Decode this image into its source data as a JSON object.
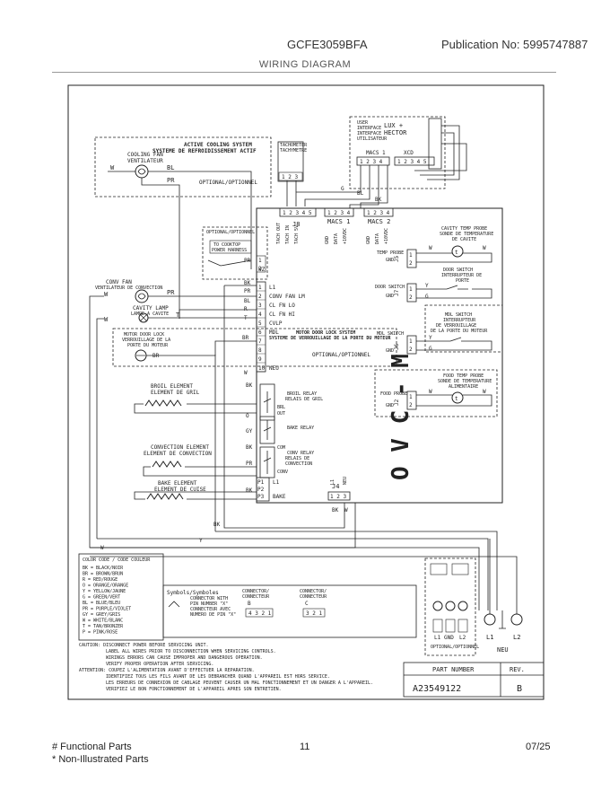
{
  "header": {
    "model": "GCFE3059BFA",
    "publication": "Publication No:  5995747887",
    "title": "WIRING DIAGRAM"
  },
  "footer": {
    "functional": "# Functional Parts",
    "non_illustrated": "* Non-Illustrated Parts",
    "page": "11",
    "date": "07/25"
  },
  "diagram": {
    "board_name": "O V C - M",
    "lux_hector": [
      "LUX +",
      "HECTOR"
    ],
    "user_interface": [
      "USER",
      "INTERFACE",
      "INTERFACE",
      "UTILISATEUR"
    ],
    "macs1_top": "MACS 1",
    "xcd": "XCD",
    "active_cooling": [
      "ACTIVE COOLING SYSTEM",
      "SYSTEME DE REFROIDISSEMENT ACTIF"
    ],
    "tachometer": [
      "TACHOMETER",
      "TACHYMETRE"
    ],
    "cooling_fan": [
      "COOLING FAN",
      "VENTILATEUR"
    ],
    "optional_1": "OPTIONAL/OPTIONNEL",
    "optional_2": "OPTIONAL/OPTIONNEL",
    "optional_3": "OPTIONAL/OPTIONNEL",
    "to_cooktop": [
      "TO COOKTOP",
      "POWER HARNESS"
    ],
    "conv_fan": [
      "CONV FAN",
      "VENTILATEUR DE CONVECTION"
    ],
    "cavity_lamp": [
      "CAVITY LAMP",
      "LAMPE A CAVITE"
    ],
    "motor_door_lock": [
      "MOTOR DOOR LOCK",
      "VERROUILLAGE DE LA",
      "PORTE DU MOTEUR"
    ],
    "motor_lock_system": [
      "MOTOR DOOR LOCK SYSTEM",
      "SYSTEME DE VERROUILLAGE DE LA PORTE DU MOTEUR"
    ],
    "broil_element": [
      "BROIL ELEMENT",
      "ELEMENT DE GRIL"
    ],
    "convection_element": [
      "CONVECTION ELEMENT",
      "ELEMENT DE CONVECTION"
    ],
    "bake_element": [
      "BAKE ELEMENT",
      "ELEMENT DE CUISE"
    ],
    "broil_relay": [
      "BROIL RELAY",
      "RELAIS DE GRIL"
    ],
    "bake_relay": "BAKE RELAY",
    "conv_relay": [
      "CONV RELAY",
      "RELAIS DE",
      "CONVECTION"
    ],
    "cavity_temp_probe": [
      "CAVITY TEMP PROBE",
      "SONDE DE TEMPERATURE",
      "DE CAVITE"
    ],
    "door_switch": [
      "DOOR SWITCH",
      "INTERRUPTEUR DE",
      "PORTE"
    ],
    "mdl_switch": [
      "MDL SWITCH",
      "INTERRUPTEUR",
      "DE VERROUILLAGE",
      "DE LA PORTE DU MOTEUR"
    ],
    "food_temp_probe": [
      "FOOD TEMP PROBE",
      "SONDE DE TEMPERATURE",
      "ALIMENTAIRE"
    ],
    "left_pins": [
      "L1",
      "CONV FAN LM",
      "CL FN LO",
      "CL FN HI",
      "CVLP",
      "MDL",
      "",
      "",
      "",
      "NEU"
    ],
    "pin_numbers": [
      "1",
      "2",
      "3",
      "4",
      "5",
      "6",
      "7",
      "8",
      "9",
      "10"
    ],
    "j8_pins": [
      "1",
      "2",
      "3",
      "4",
      "5"
    ],
    "j8": "J8",
    "j8_labels": [
      "TACH OUT",
      "TACH IN",
      "TACH 5V"
    ],
    "macs1": "MACS 1",
    "macs2": "MACS 2",
    "macs_labels": [
      "GND",
      "DATA",
      "+10VDC",
      "GND",
      "DATA",
      "+10VDC"
    ],
    "pr_wz": [
      "PR",
      "WZ"
    ],
    "j5": "J5",
    "j7": "J7",
    "j6": "J6",
    "j2": "J2",
    "j4": "J4",
    "j4_pins": [
      "1",
      "2",
      "3"
    ],
    "j4_labels": [
      "L1",
      "NEU"
    ],
    "temp_probe": "TEMP PROBE",
    "door_switch_pin": "DOOR SWITCH",
    "mdl_switch_pin": "MDL SWITCH",
    "food_probe_pin": "FOOD PROBE",
    "gnd": "GND",
    "p_labels": [
      "P1",
      "P2",
      "P3"
    ],
    "bake": "BAKE",
    "relay_labels": [
      "BRL",
      "OUT",
      "COM",
      "CONV"
    ],
    "wire_colors": [
      "W",
      "BL",
      "Y",
      "BK",
      "PR",
      "R",
      "T",
      "BR",
      "G",
      "GY",
      "O"
    ],
    "color_code_title": "COLOR CODE / CODE COULEUR",
    "color_codes": [
      "BK = BLACK/NOIR",
      "BR = BROWN/BRUN",
      "R  = RED/ROUGE",
      "O  = ORANGE/ORANGE",
      "Y  = YELLOW/JAUNE",
      "G  = GREEN/VERT",
      "BL = BLUE/BLEU",
      "PR = PURPLE/VIOLET",
      "GY = GREY/GRIS",
      "W  = WHITE/BLANC",
      "T  = TAN/BRONZER",
      "P  = PINK/ROSE"
    ],
    "symbols_title": "Symbols/Symboles",
    "symbols_desc": [
      "CONNECTOR WITH",
      "PIN NUMBER \"X\"",
      "CONNECTEUR AVEC",
      "NUMERO DE PIN \"X\""
    ],
    "connector_b": [
      "CONNECTOR/",
      "CONNECTEUR",
      "B"
    ],
    "connector_c": [
      "CONNECTOR/",
      "CONNECTEUR",
      "C"
    ],
    "connector_b_pins": "4 3 2 1",
    "connector_c_pins": "3 2 1",
    "terminal_labels": [
      "L1",
      "GND",
      "L2",
      "L1",
      "L2",
      "NEU"
    ],
    "optional_terminal": "OPTIONAL/OPTIONNEL",
    "caution": [
      "CAUTION: DISCONNECT POWER BEFORE SERVICING UNIT.",
      "LABEL ALL WIRES PRIOR TO DISCONNECTION WHEN SERVICING CONTROLS.",
      "WIRINGS ERRORS CAN CAUSE IMPROPER AND DANGEROUS OPERATION.",
      "VERIFY PROPER OPERATION AFTER SERVICING."
    ],
    "attention": [
      "ATTENTION: COUPEZ L'ALIMENTATION AVANT D'EFFECTUER LA REPARATION.",
      "IDENTIFIEZ TOUS LES FILS AVANT DE LES DEBRANCHER QUAND L'APPAREIL EST HORS SERVICE.",
      "LES ERREURS DE CONNEXION DE CABLAGE PEUVENT CAUSER UN MAL FONCTIONNEMENT ET UN DANGER A L'APPAREIL.",
      "VERIFIEZ LE BON FONCTIONNEMENT DE L'APPAREIL APRES SON ENTRETIEN."
    ],
    "part_number_label": "PART NUMBER",
    "rev_label": "REV.",
    "part_number": "A23549122",
    "rev": "B"
  }
}
